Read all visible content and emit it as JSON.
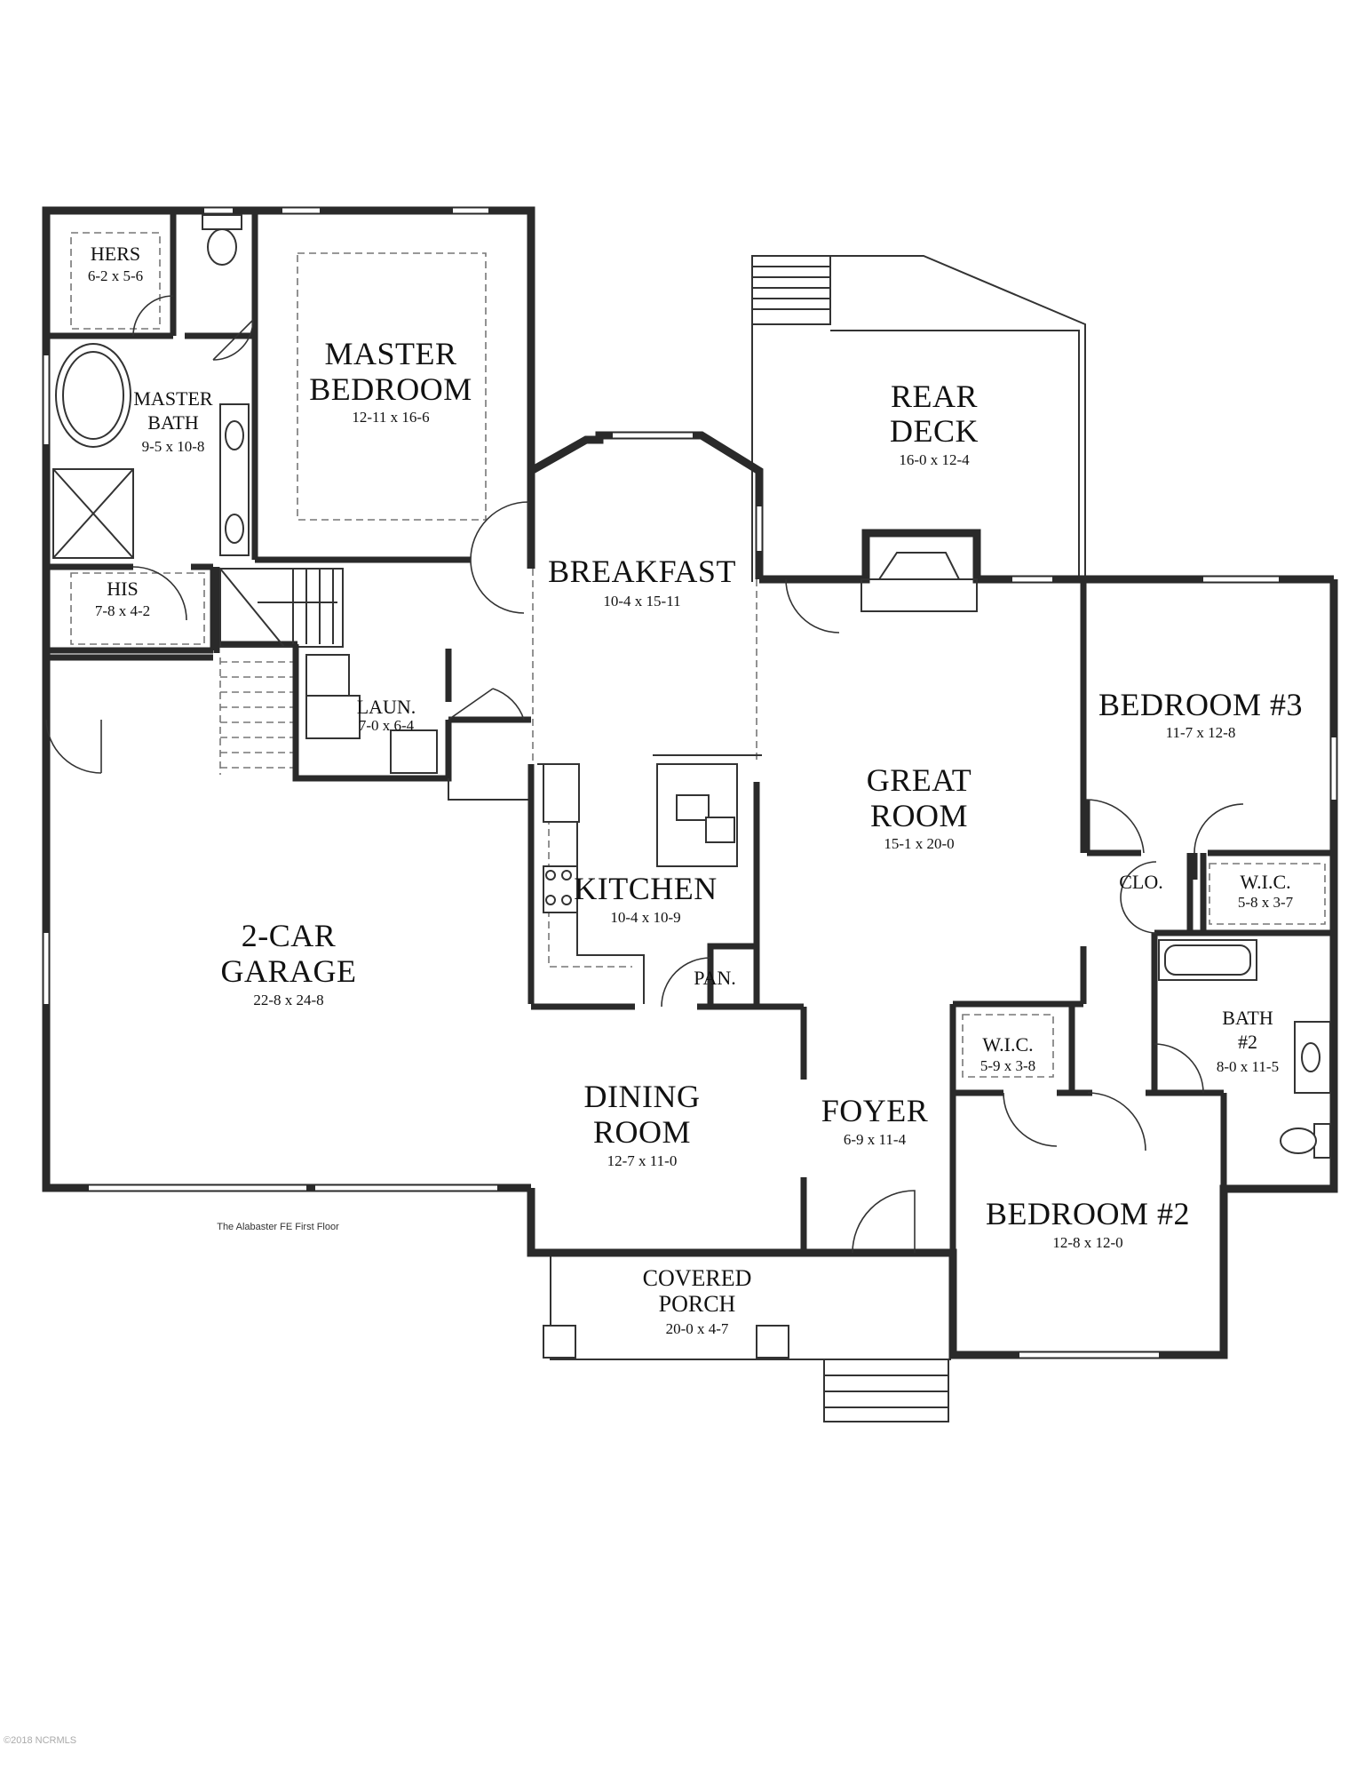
{
  "caption": "The Alabaster FE First Floor",
  "watermark": "©2018 NCRMLS",
  "rooms": {
    "hers": {
      "name": "HERS",
      "dim": "6-2 x 5-6"
    },
    "master_bedroom": {
      "name1": "MASTER",
      "name2": "BEDROOM",
      "dim": "12-11 x 16-6"
    },
    "master_bath": {
      "name1": "MASTER",
      "name2": "BATH",
      "dim": "9-5 x 10-8"
    },
    "his": {
      "name": "HIS",
      "dim": "7-8 x 4-2"
    },
    "rear_deck": {
      "name1": "REAR",
      "name2": "DECK",
      "dim": "16-0 x 12-4"
    },
    "breakfast": {
      "name": "BREAKFAST",
      "dim": "10-4 x 15-11"
    },
    "laundry": {
      "name": "LAUN.",
      "dim": "7-0 x 6-4"
    },
    "bedroom3": {
      "name": "BEDROOM #3",
      "dim": "11-7 x 12-8"
    },
    "great_room": {
      "name1": "GREAT",
      "name2": "ROOM",
      "dim": "15-1 x 20-0"
    },
    "clo": {
      "name": "CLO."
    },
    "wic3": {
      "name": "W.I.C.",
      "dim": "5-8 x 3-7"
    },
    "kitchen": {
      "name": "KITCHEN",
      "dim": "10-4 x 10-9"
    },
    "garage": {
      "name1": "2-CAR",
      "name2": "GARAGE",
      "dim": "22-8 x 24-8"
    },
    "pantry": {
      "name": "PAN."
    },
    "bath2": {
      "name1": "BATH",
      "name2": "#2",
      "dim": "8-0 x 11-5"
    },
    "wic2": {
      "name": "W.I.C.",
      "dim": "5-9 x 3-8"
    },
    "dining": {
      "name1": "DINING",
      "name2": "ROOM",
      "dim": "12-7 x 11-0"
    },
    "foyer": {
      "name": "FOYER",
      "dim": "6-9 x 11-4"
    },
    "bedroom2": {
      "name": "BEDROOM #2",
      "dim": "12-8 x 12-0"
    },
    "porch": {
      "name1": "COVERED",
      "name2": "PORCH",
      "dim": "20-0 x 4-7"
    }
  }
}
